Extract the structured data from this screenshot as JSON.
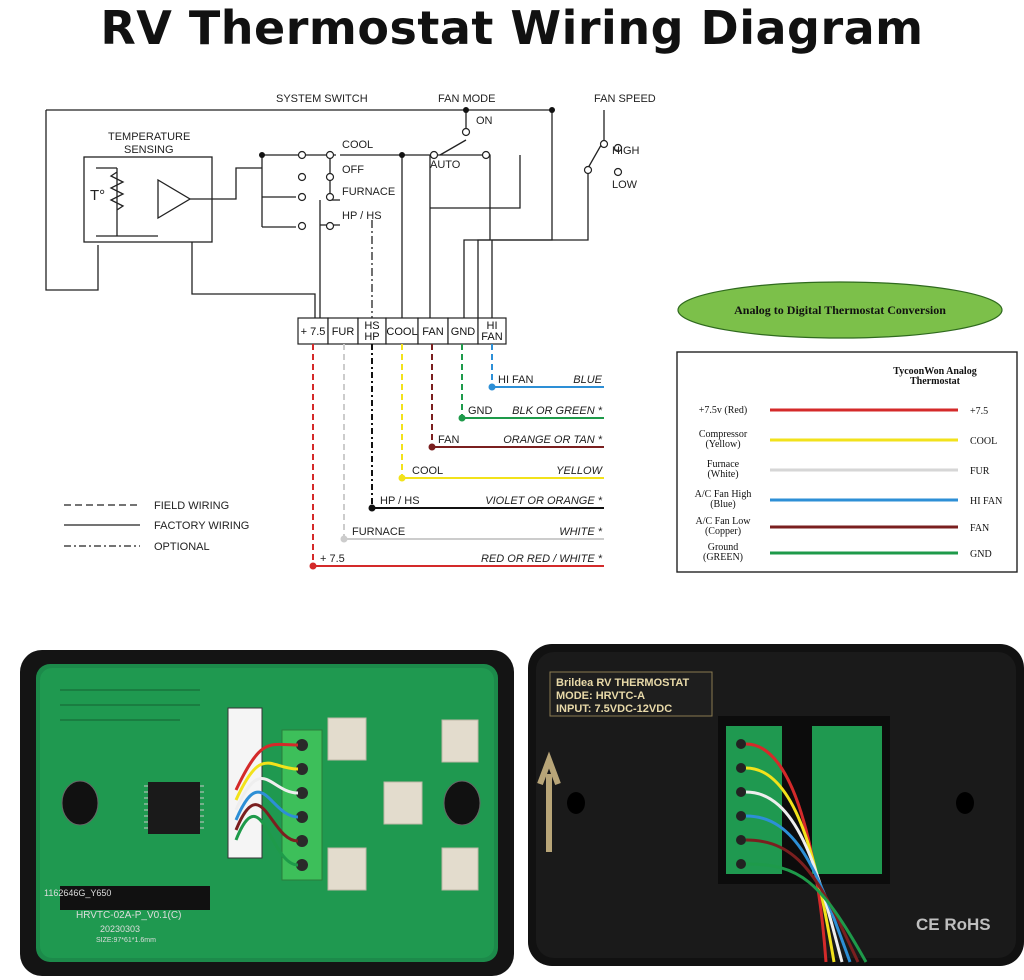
{
  "title": "RV Thermostat Wiring Diagram",
  "schematic": {
    "system_switch": "SYSTEM SWITCH",
    "fan_mode": "FAN MODE",
    "fan_speed": "FAN SPEED",
    "temperature_sensing": [
      "TEMPERATURE",
      "SENSING"
    ],
    "sensor_symbol": "T°",
    "switch_labels": {
      "cool": "COOL",
      "off": "OFF",
      "furnace": "FURNACE",
      "hp_hs": "HP / HS",
      "on": "ON",
      "auto": "AUTO",
      "high": "HIGH",
      "low": "LOW"
    },
    "terminals": [
      "+ 7.5",
      "FUR",
      "HS HP",
      "COOL",
      "FAN",
      "GND",
      "HI FAN"
    ],
    "wires": [
      {
        "label": "HI  FAN",
        "name": "BLUE",
        "color": "#2d8fd6"
      },
      {
        "label": "GND",
        "name": "BLK  OR GREEN *",
        "color": "#1e9a4a"
      },
      {
        "label": "FAN",
        "name": "ORANGE  OR  TAN *",
        "color": "#7a1f1f"
      },
      {
        "label": "COOL",
        "name": "YELLOW",
        "color": "#f2e21b"
      },
      {
        "label": "HP / HS",
        "name": "VIOLET OR ORANGE *",
        "color": "#111111"
      },
      {
        "label": "FURNACE",
        "name": "WHITE *",
        "color": "#cccccc"
      },
      {
        "label": "+ 7.5",
        "name": "RED  OR  RED / WHITE *",
        "color": "#d42a2a"
      }
    ],
    "legend": [
      "FIELD WIRING",
      "FACTORY WIRING",
      "OPTIONAL"
    ]
  },
  "conversion": {
    "badge": "Analog to Digital Thermostat Conversion",
    "header": [
      "TycoonWon Analog",
      "Thermostat"
    ],
    "rows": [
      {
        "left": [
          "+7.5v (Red)"
        ],
        "right": "+7.5",
        "color": "#d42a2a"
      },
      {
        "left": [
          "Compressor",
          "(Yellow)"
        ],
        "right": "COOL",
        "color": "#f2e21b"
      },
      {
        "left": [
          "Furnace",
          "(White)"
        ],
        "right": "FUR",
        "color": "#d6d6d6"
      },
      {
        "left": [
          "A/C Fan High",
          "(Blue)"
        ],
        "right": "HI FAN",
        "color": "#2d8fd6"
      },
      {
        "left": [
          "A/C Fan Low",
          "(Copper)"
        ],
        "right": "FAN",
        "color": "#7a1f1f"
      },
      {
        "left": [
          "Ground",
          "(GREEN)"
        ],
        "right": "GND",
        "color": "#1e9a4a"
      }
    ]
  },
  "photos": {
    "board_model": "HRVTC-02A-P_V0.1(C)",
    "board_date": "20230303",
    "board_size": "SIZE:97*61*1.6mm",
    "board_code": "1162646G_Y650",
    "label_lines": [
      "Brildea RV THERMOSTAT",
      "MODE: HRVTC-A",
      "INPUT: 7.5VDC-12VDC"
    ],
    "cert": "CE RoHS",
    "wire_colors": [
      "#d42a2a",
      "#f2e21b",
      "#eeeeee",
      "#2d8fd6",
      "#7a1f1f",
      "#1e9a4a"
    ]
  }
}
